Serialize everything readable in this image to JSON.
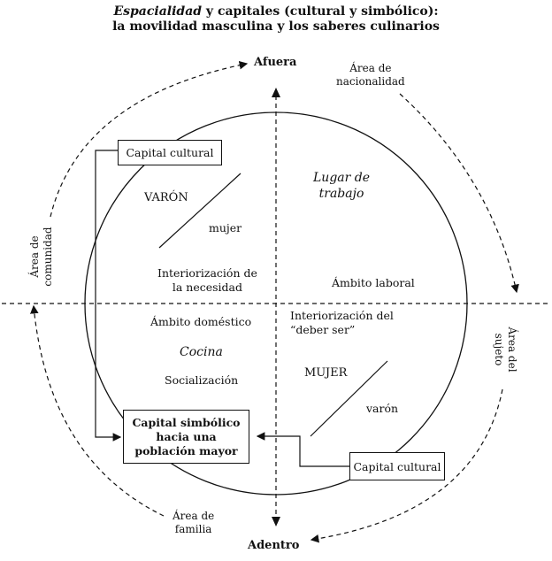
{
  "title": {
    "line1_italic": "Espacialidad",
    "line1_rest": " y capitales (cultural y simbólico):",
    "line2": "la movilidad masculina y los saberes culinarios"
  },
  "axes": {
    "top": "Afuera",
    "bottom": "Adentro"
  },
  "outer_areas": {
    "nacionalidad": [
      "Área de",
      "nacionalidad"
    ],
    "comunidad": [
      "Área de",
      "comunidad"
    ],
    "sujeto": [
      "Área del",
      "sujeto"
    ],
    "familia": [
      "Área de",
      "familia"
    ]
  },
  "quadrants": {
    "top_left": {
      "capital_box": "Capital cultural",
      "varon": "VARÓN",
      "mujer": "mujer",
      "interiorizacion": [
        "Interiorización de",
        "la necesidad"
      ]
    },
    "top_right": {
      "lugar": [
        "Lugar de",
        "trabajo"
      ],
      "ambito": "Ámbito laboral"
    },
    "bottom_left": {
      "ambito": "Ámbito doméstico",
      "cocina": "Cocina",
      "socializacion": "Socialización",
      "capital_box": [
        "Capital simbólico",
        "hacia una",
        "población mayor"
      ]
    },
    "bottom_right": {
      "interiorizacion": [
        "Interiorización del",
        "“deber ser”"
      ],
      "mujer": "MUJER",
      "varon": "varón",
      "capital_box": "Capital cultural"
    }
  }
}
